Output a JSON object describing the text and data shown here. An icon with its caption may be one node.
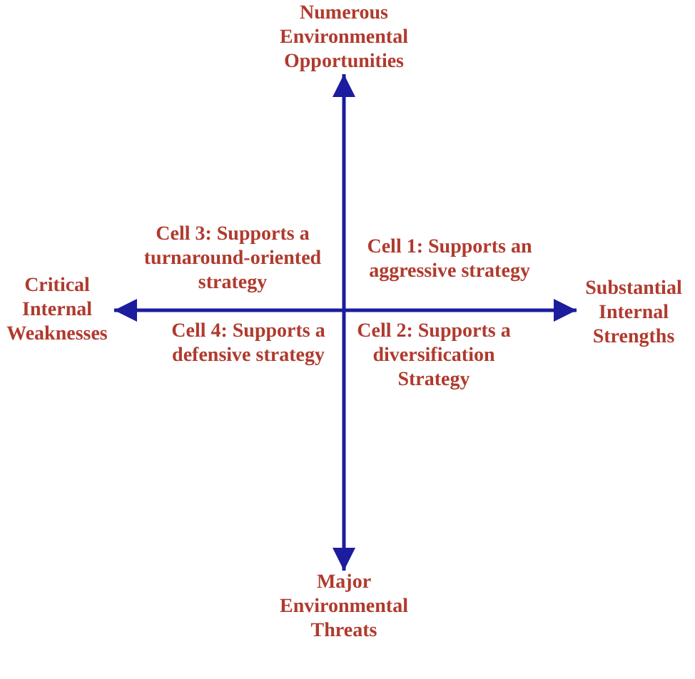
{
  "diagram": {
    "nodes": [
      {
        "text": [
          "Numerous Environmental Opportunities"
        ]
      },
      {
        "text": [
          "Critical Internal Weaknesses"
        ]
      },
      {
        "text": [
          "Substantial Internal Strengths"
        ]
      },
      {
        "text": [
          "Major Environmental Threats"
        ]
      }
    ],
    "edges": [
      {
        "from": 0,
        "to": 3,
        "arrow": "both"
      },
      {
        "from": 1,
        "to": 2,
        "arrow": "both"
      }
    ],
    "labels": [
      "Cell 3: Supports a turnaround-oriented strategy",
      "Cell 1: Supports an aggressive strategy",
      "Cell 4: Supports a defensive strategy",
      "Cell 2: Supports a diversification Strategy"
    ]
  }
}
